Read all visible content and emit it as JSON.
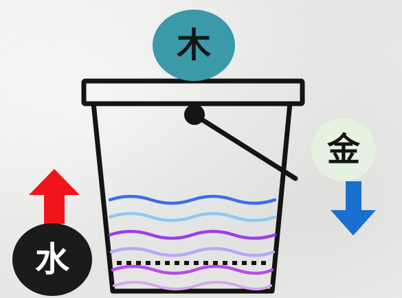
{
  "elements": {
    "wood": {
      "label": "木",
      "color": "#3a9aa8"
    },
    "metal": {
      "label": "金",
      "color": "#e5f1e1"
    },
    "water": {
      "label": "水",
      "color": "#1b1b1b"
    }
  },
  "arrows": {
    "water_arrow": {
      "direction": "up",
      "color": "#f2141c"
    },
    "metal_arrow": {
      "direction": "down",
      "color": "#1a6fd0"
    }
  },
  "bucket": {
    "icon": "bucket-icon",
    "wave_colors": [
      "#3e6cf0",
      "#8ec8f4",
      "#9a3ee8",
      "#bba6f4",
      "#b54ee6",
      "#d6a6ee"
    ]
  }
}
